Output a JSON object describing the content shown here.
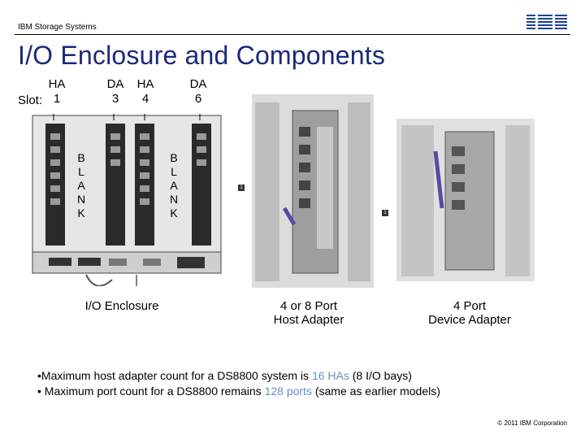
{
  "header": {
    "company": "IBM Storage Systems",
    "logo_text": "IBM"
  },
  "title": "I/O Enclosure and Components",
  "slots": {
    "slot_label": "Slot:",
    "items": [
      {
        "type": "HA",
        "number": "1"
      },
      {
        "type": "DA",
        "number": "3"
      },
      {
        "type": "HA",
        "number": "4"
      },
      {
        "type": "DA",
        "number": "6"
      }
    ]
  },
  "blank_label": [
    "B",
    "L",
    "A",
    "N",
    "K"
  ],
  "callouts": {
    "host_adapter_marker": "1",
    "device_adapter_marker": "1"
  },
  "captions": {
    "enclosure": "I/O Enclosure",
    "host_adapter_line1": "4 or 8 Port",
    "host_adapter_line2": "Host Adapter",
    "device_adapter_line1": "4 Port",
    "device_adapter_line2": "Device Adapter"
  },
  "bullets": [
    {
      "prefix": "•Maximum host adapter count for a DS8800 system is ",
      "highlight": "16 HAs",
      "suffix": " (8 I/O bays)"
    },
    {
      "prefix": "• Maximum port count for a DS8800 remains ",
      "highlight": "128 ports",
      "suffix": " (same as earlier models)"
    }
  ],
  "footer": "© 2011 IBM Corporation",
  "colors": {
    "title": "#1a2a7a",
    "highlight": "#6b8cc9"
  }
}
